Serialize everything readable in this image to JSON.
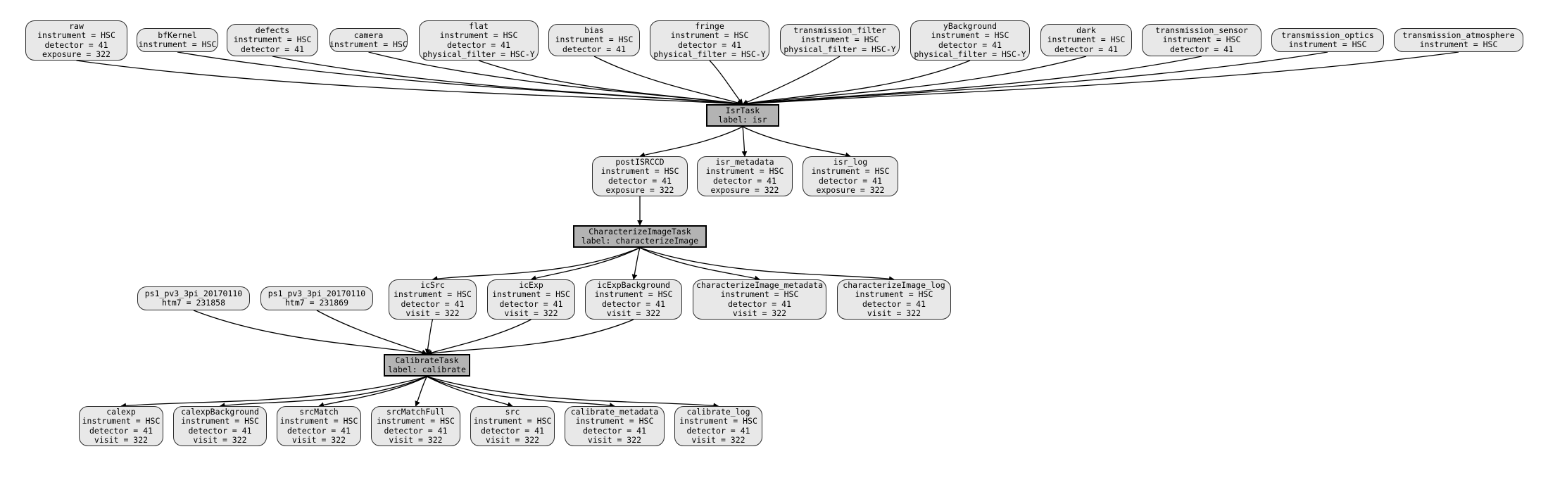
{
  "diagram": {
    "type": "pipeline-dag",
    "description": "LSST Science Pipelines quantum graph: IsrTask -> CharacterizeImageTask -> CalibrateTask",
    "colors": {
      "dataset_fill": "#e8e8e8",
      "dataset_border": "#2b2b2b",
      "task_fill": "#b3b3b3",
      "task_border": "#000000",
      "edge": "#000000",
      "background": "#ffffff"
    }
  },
  "nodes": {
    "raw": {
      "title": "raw",
      "lines": [
        "instrument = HSC",
        "detector = 41",
        "exposure = 322"
      ],
      "kind": "dataset"
    },
    "bfKernel": {
      "title": "bfKernel",
      "lines": [
        "instrument = HSC"
      ],
      "kind": "dataset"
    },
    "defects": {
      "title": "defects",
      "lines": [
        "instrument = HSC",
        "detector = 41"
      ],
      "kind": "dataset"
    },
    "camera": {
      "title": "camera",
      "lines": [
        "instrument = HSC"
      ],
      "kind": "dataset"
    },
    "flat": {
      "title": "flat",
      "lines": [
        "instrument = HSC",
        "detector = 41",
        "physical_filter = HSC-Y"
      ],
      "kind": "dataset"
    },
    "bias": {
      "title": "bias",
      "lines": [
        "instrument = HSC",
        "detector = 41"
      ],
      "kind": "dataset"
    },
    "fringe": {
      "title": "fringe",
      "lines": [
        "instrument = HSC",
        "detector = 41",
        "physical_filter = HSC-Y"
      ],
      "kind": "dataset"
    },
    "transmission_filter": {
      "title": "transmission_filter",
      "lines": [
        "instrument = HSC",
        "physical_filter = HSC-Y"
      ],
      "kind": "dataset"
    },
    "yBackground": {
      "title": "yBackground",
      "lines": [
        "instrument = HSC",
        "detector = 41",
        "physical_filter = HSC-Y"
      ],
      "kind": "dataset"
    },
    "dark": {
      "title": "dark",
      "lines": [
        "instrument = HSC",
        "detector = 41"
      ],
      "kind": "dataset"
    },
    "transmission_sensor": {
      "title": "transmission_sensor",
      "lines": [
        "instrument = HSC",
        "detector = 41"
      ],
      "kind": "dataset"
    },
    "transmission_optics": {
      "title": "transmission_optics",
      "lines": [
        "instrument = HSC"
      ],
      "kind": "dataset"
    },
    "transmission_atmosphere": {
      "title": "transmission_atmosphere",
      "lines": [
        "instrument = HSC"
      ],
      "kind": "dataset"
    },
    "IsrTask": {
      "title": "IsrTask",
      "lines": [
        "label: isr"
      ],
      "kind": "task"
    },
    "postISRCCD": {
      "title": "postISRCCD",
      "lines": [
        "instrument = HSC",
        "detector = 41",
        "exposure = 322"
      ],
      "kind": "dataset"
    },
    "isr_metadata": {
      "title": "isr_metadata",
      "lines": [
        "instrument = HSC",
        "detector = 41",
        "exposure = 322"
      ],
      "kind": "dataset"
    },
    "isr_log": {
      "title": "isr_log",
      "lines": [
        "instrument = HSC",
        "detector = 41",
        "exposure = 322"
      ],
      "kind": "dataset"
    },
    "CharacterizeImageTask": {
      "title": "CharacterizeImageTask",
      "lines": [
        "label: characterizeImage"
      ],
      "kind": "task"
    },
    "icSrc": {
      "title": "icSrc",
      "lines": [
        "instrument = HSC",
        "detector = 41",
        "visit = 322"
      ],
      "kind": "dataset"
    },
    "icExp": {
      "title": "icExp",
      "lines": [
        "instrument = HSC",
        "detector = 41",
        "visit = 322"
      ],
      "kind": "dataset"
    },
    "icExpBackground": {
      "title": "icExpBackground",
      "lines": [
        "instrument = HSC",
        "detector = 41",
        "visit = 322"
      ],
      "kind": "dataset"
    },
    "characterizeImage_metadata": {
      "title": "characterizeImage_metadata",
      "lines": [
        "instrument = HSC",
        "detector = 41",
        "visit = 322"
      ],
      "kind": "dataset"
    },
    "characterizeImage_log": {
      "title": "characterizeImage_log",
      "lines": [
        "instrument = HSC",
        "detector = 41",
        "visit = 322"
      ],
      "kind": "dataset"
    },
    "ps1_a": {
      "title": "ps1_pv3_3pi_20170110",
      "lines": [
        "htm7 = 231858"
      ],
      "kind": "dataset"
    },
    "ps1_b": {
      "title": "ps1_pv3_3pi_20170110",
      "lines": [
        "htm7 = 231869"
      ],
      "kind": "dataset"
    },
    "CalibrateTask": {
      "title": "CalibrateTask",
      "lines": [
        "label: calibrate"
      ],
      "kind": "task"
    },
    "calexp": {
      "title": "calexp",
      "lines": [
        "instrument = HSC",
        "detector = 41",
        "visit = 322"
      ],
      "kind": "dataset"
    },
    "calexpBackground": {
      "title": "calexpBackground",
      "lines": [
        "instrument = HSC",
        "detector = 41",
        "visit = 322"
      ],
      "kind": "dataset"
    },
    "srcMatch": {
      "title": "srcMatch",
      "lines": [
        "instrument = HSC",
        "detector = 41",
        "visit = 322"
      ],
      "kind": "dataset"
    },
    "srcMatchFull": {
      "title": "srcMatchFull",
      "lines": [
        "instrument = HSC",
        "detector = 41",
        "visit = 322"
      ],
      "kind": "dataset"
    },
    "src": {
      "title": "src",
      "lines": [
        "instrument = HSC",
        "detector = 41",
        "visit = 322"
      ],
      "kind": "dataset"
    },
    "calibrate_metadata": {
      "title": "calibrate_metadata",
      "lines": [
        "instrument = HSC",
        "detector = 41",
        "visit = 322"
      ],
      "kind": "dataset"
    },
    "calibrate_log": {
      "title": "calibrate_log",
      "lines": [
        "instrument = HSC",
        "detector = 41",
        "visit = 322"
      ],
      "kind": "dataset"
    }
  },
  "edges": [
    {
      "from": "raw",
      "to": "IsrTask"
    },
    {
      "from": "bfKernel",
      "to": "IsrTask"
    },
    {
      "from": "defects",
      "to": "IsrTask"
    },
    {
      "from": "camera",
      "to": "IsrTask"
    },
    {
      "from": "flat",
      "to": "IsrTask"
    },
    {
      "from": "bias",
      "to": "IsrTask"
    },
    {
      "from": "fringe",
      "to": "IsrTask"
    },
    {
      "from": "transmission_filter",
      "to": "IsrTask"
    },
    {
      "from": "yBackground",
      "to": "IsrTask"
    },
    {
      "from": "dark",
      "to": "IsrTask"
    },
    {
      "from": "transmission_sensor",
      "to": "IsrTask"
    },
    {
      "from": "transmission_optics",
      "to": "IsrTask"
    },
    {
      "from": "transmission_atmosphere",
      "to": "IsrTask"
    },
    {
      "from": "IsrTask",
      "to": "postISRCCD"
    },
    {
      "from": "IsrTask",
      "to": "isr_metadata"
    },
    {
      "from": "IsrTask",
      "to": "isr_log"
    },
    {
      "from": "postISRCCD",
      "to": "CharacterizeImageTask"
    },
    {
      "from": "CharacterizeImageTask",
      "to": "icSrc"
    },
    {
      "from": "CharacterizeImageTask",
      "to": "icExp"
    },
    {
      "from": "CharacterizeImageTask",
      "to": "icExpBackground"
    },
    {
      "from": "CharacterizeImageTask",
      "to": "characterizeImage_metadata"
    },
    {
      "from": "CharacterizeImageTask",
      "to": "characterizeImage_log"
    },
    {
      "from": "ps1_a",
      "to": "CalibrateTask"
    },
    {
      "from": "ps1_b",
      "to": "CalibrateTask"
    },
    {
      "from": "icSrc",
      "to": "CalibrateTask"
    },
    {
      "from": "icExp",
      "to": "CalibrateTask"
    },
    {
      "from": "icExpBackground",
      "to": "CalibrateTask"
    },
    {
      "from": "CalibrateTask",
      "to": "calexp"
    },
    {
      "from": "CalibrateTask",
      "to": "calexpBackground"
    },
    {
      "from": "CalibrateTask",
      "to": "srcMatch"
    },
    {
      "from": "CalibrateTask",
      "to": "srcMatchFull"
    },
    {
      "from": "CalibrateTask",
      "to": "src"
    },
    {
      "from": "CalibrateTask",
      "to": "calibrate_metadata"
    },
    {
      "from": "CalibrateTask",
      "to": "calibrate_log"
    }
  ],
  "layout": {
    "raw": [
      36,
      29,
      145,
      57
    ],
    "bfKernel": [
      194,
      40,
      116,
      34
    ],
    "defects": [
      322,
      34,
      130,
      46
    ],
    "camera": [
      468,
      40,
      111,
      34
    ],
    "flat": [
      595,
      29,
      170,
      57
    ],
    "bias": [
      779,
      34,
      130,
      46
    ],
    "fringe": [
      923,
      29,
      170,
      57
    ],
    "transmission_filter": [
      1108,
      34,
      170,
      46
    ],
    "yBackground": [
      1293,
      29,
      170,
      57
    ],
    "dark": [
      1478,
      34,
      130,
      46
    ],
    "transmission_sensor": [
      1622,
      34,
      170,
      46
    ],
    "transmission_optics": [
      1806,
      40,
      160,
      34
    ],
    "transmission_atmosphere": [
      1980,
      40,
      184,
      34
    ],
    "IsrTask": [
      1003,
      148,
      104,
      32
    ],
    "postISRCCD": [
      841,
      222,
      136,
      57
    ],
    "isr_metadata": [
      990,
      222,
      136,
      57
    ],
    "isr_log": [
      1140,
      222,
      136,
      57
    ],
    "CharacterizeImageTask": [
      814,
      320,
      190,
      32
    ],
    "icSrc": [
      552,
      397,
      125,
      57
    ],
    "icExp": [
      692,
      397,
      125,
      57
    ],
    "icExpBackground": [
      831,
      397,
      138,
      57
    ],
    "characterizeImage_metadata": [
      984,
      397,
      190,
      57
    ],
    "characterizeImage_log": [
      1189,
      397,
      162,
      57
    ],
    "ps1_a": [
      195,
      407,
      160,
      34
    ],
    "ps1_b": [
      370,
      407,
      160,
      34
    ],
    "CalibrateTask": [
      545,
      503,
      123,
      32
    ],
    "calexp": [
      112,
      577,
      120,
      57
    ],
    "calexpBackground": [
      246,
      577,
      133,
      57
    ],
    "srcMatch": [
      393,
      577,
      120,
      57
    ],
    "srcMatchFull": [
      527,
      577,
      127,
      57
    ],
    "src": [
      668,
      577,
      120,
      57
    ],
    "calibrate_metadata": [
      802,
      577,
      142,
      57
    ],
    "calibrate_log": [
      958,
      577,
      125,
      57
    ]
  }
}
